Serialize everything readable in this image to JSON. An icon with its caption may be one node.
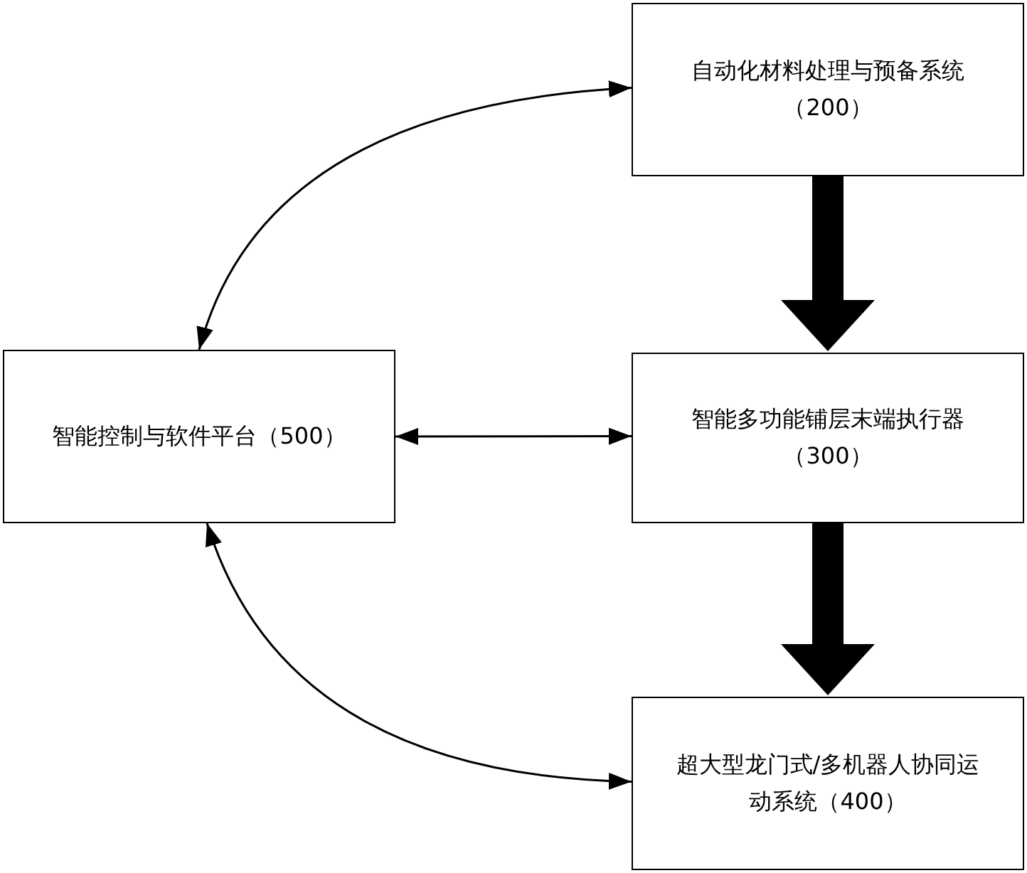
{
  "diagram": {
    "nodes": [
      {
        "text": [
          "自动化材料处理与预备系统（200）"
        ]
      },
      {
        "text": [
          "智能控制与软件平台（500）"
        ]
      },
      {
        "text": [
          "智能多功能铺层末端执行器（300）"
        ]
      },
      {
        "text": [
          "超大型龙门式/多机器人协同运动系统（400）"
        ]
      }
    ],
    "edges": [
      {
        "from": 1,
        "to": 0,
        "arrow": "both"
      },
      {
        "from": 0,
        "to": 2,
        "arrow": "to",
        "style": "thick"
      },
      {
        "from": 1,
        "to": 2,
        "arrow": "both"
      },
      {
        "from": 2,
        "to": 3,
        "arrow": "to",
        "style": "thick"
      },
      {
        "from": 1,
        "to": 3,
        "arrow": "both"
      }
    ]
  }
}
